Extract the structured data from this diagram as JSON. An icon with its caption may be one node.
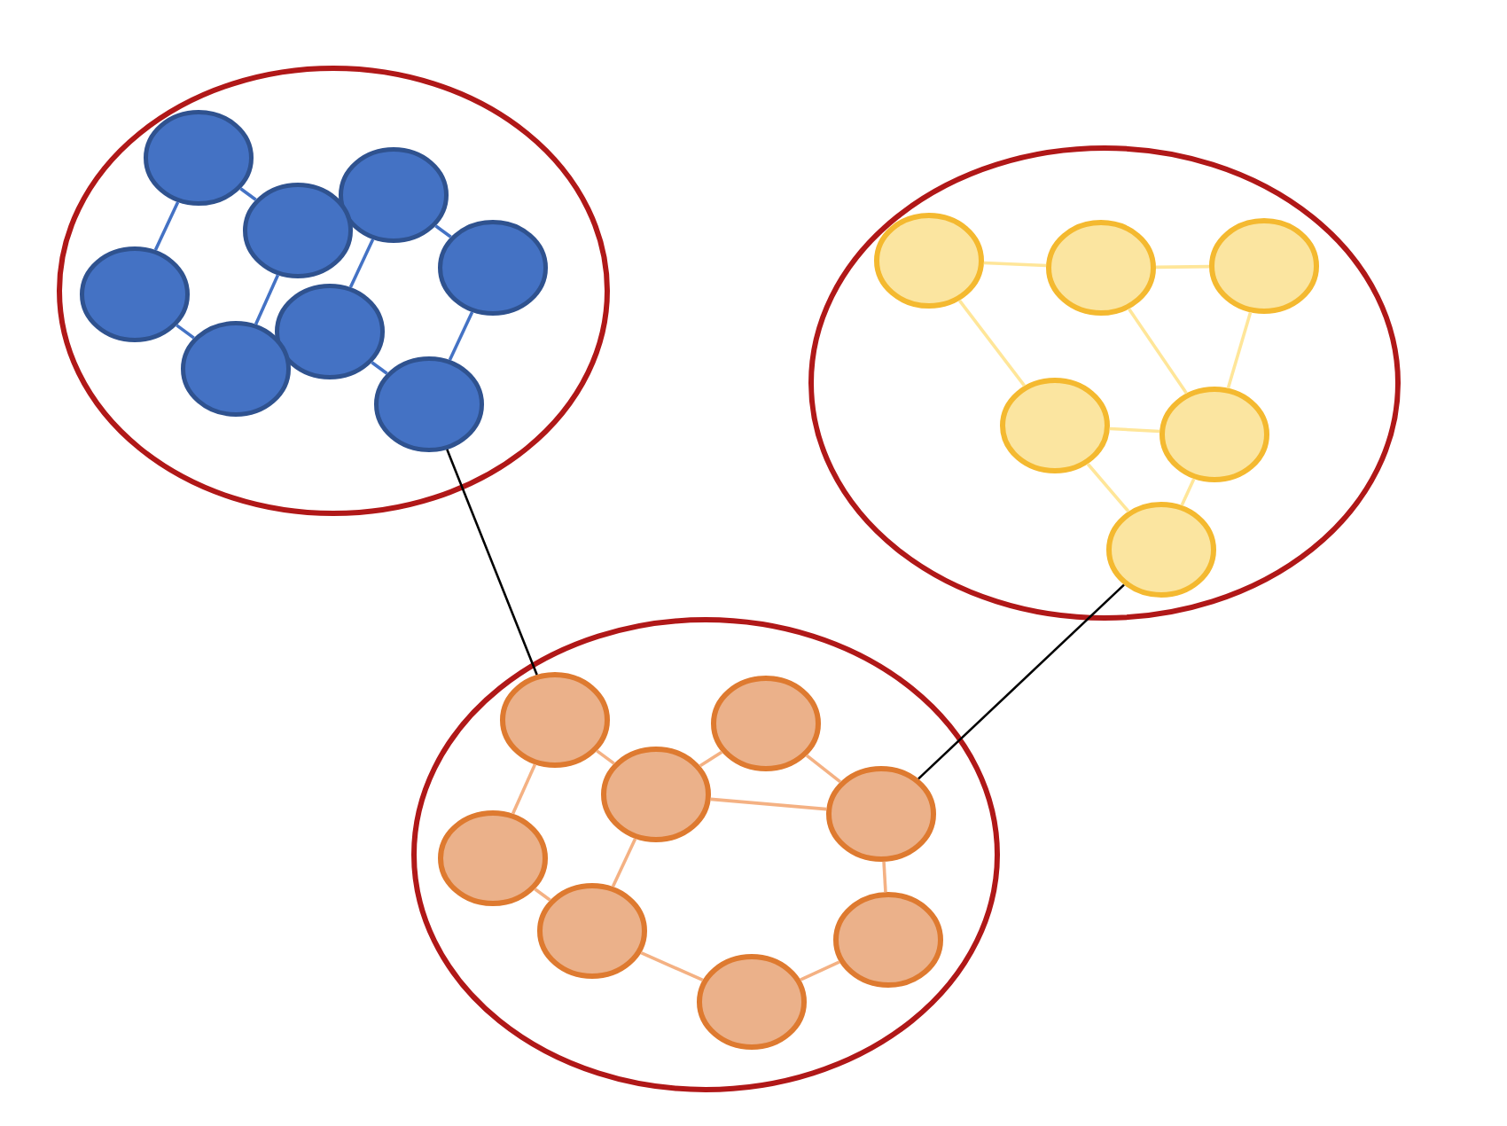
{
  "diagram": {
    "nodes": [
      {
        "text": [],
        "shape": "circle"
      },
      {
        "text": [],
        "shape": "circle",
        "in": 0
      },
      {
        "text": [],
        "shape": "circle",
        "in": 0
      },
      {
        "text": [],
        "shape": "circle",
        "in": 0
      },
      {
        "text": [],
        "shape": "circle",
        "in": 0
      },
      {
        "text": [],
        "shape": "circle",
        "in": 0
      },
      {
        "text": [],
        "shape": "circle",
        "in": 0
      },
      {
        "text": [],
        "shape": "circle",
        "in": 0
      },
      {
        "text": [],
        "shape": "circle",
        "in": 0
      },
      {
        "text": [],
        "shape": "circle"
      },
      {
        "text": [],
        "shape": "circle",
        "in": 9
      },
      {
        "text": [],
        "shape": "circle",
        "in": 9
      },
      {
        "text": [],
        "shape": "circle",
        "in": 9
      },
      {
        "text": [],
        "shape": "circle",
        "in": 9
      },
      {
        "text": [],
        "shape": "circle",
        "in": 9
      },
      {
        "text": [],
        "shape": "circle",
        "in": 9
      },
      {
        "text": [],
        "shape": "circle"
      },
      {
        "text": [],
        "shape": "circle",
        "in": 16
      },
      {
        "text": [],
        "shape": "circle",
        "in": 16
      },
      {
        "text": [],
        "shape": "circle",
        "in": 16
      },
      {
        "text": [],
        "shape": "circle",
        "in": 16
      },
      {
        "text": [],
        "shape": "circle",
        "in": 16
      },
      {
        "text": [],
        "shape": "circle",
        "in": 16
      },
      {
        "text": [],
        "shape": "circle",
        "in": 16
      },
      {
        "text": [],
        "shape": "circle",
        "in": 16
      }
    ],
    "edges": [
      {
        "from": 1,
        "to": 5,
        "arrow": "none",
        "color": "#4472c4"
      },
      {
        "from": 1,
        "to": 3,
        "arrow": "none",
        "color": "#4472c4"
      },
      {
        "from": 3,
        "to": 7,
        "arrow": "none",
        "color": "#4472c4"
      },
      {
        "from": 2,
        "to": 6,
        "arrow": "none",
        "color": "#4472c4"
      },
      {
        "from": 2,
        "to": 4,
        "arrow": "none",
        "color": "#4472c4"
      },
      {
        "from": 4,
        "to": 8,
        "arrow": "none",
        "color": "#4472c4"
      },
      {
        "from": 5,
        "to": 7,
        "arrow": "none",
        "color": "#4472c4"
      },
      {
        "from": 6,
        "to": 8,
        "arrow": "none",
        "color": "#4472c4"
      },
      {
        "from": 10,
        "to": 11,
        "arrow": "none",
        "color": "#ffe699"
      },
      {
        "from": 11,
        "to": 12,
        "arrow": "none",
        "color": "#ffe699"
      },
      {
        "from": 10,
        "to": 13,
        "arrow": "none",
        "color": "#ffe699"
      },
      {
        "from": 11,
        "to": 14,
        "arrow": "none",
        "color": "#ffe699"
      },
      {
        "from": 12,
        "to": 14,
        "arrow": "none",
        "color": "#ffe699"
      },
      {
        "from": 13,
        "to": 14,
        "arrow": "none",
        "color": "#ffe699"
      },
      {
        "from": 13,
        "to": 15,
        "arrow": "none",
        "color": "#ffe699"
      },
      {
        "from": 14,
        "to": 15,
        "arrow": "none",
        "color": "#ffe699"
      },
      {
        "from": 17,
        "to": 19,
        "arrow": "none",
        "color": "#f4b183"
      },
      {
        "from": 17,
        "to": 21,
        "arrow": "none",
        "color": "#f4b183"
      },
      {
        "from": 19,
        "to": 18,
        "arrow": "none",
        "color": "#f4b183"
      },
      {
        "from": 18,
        "to": 20,
        "arrow": "none",
        "color": "#f4b183"
      },
      {
        "from": 19,
        "to": 20,
        "arrow": "none",
        "color": "#f4b183"
      },
      {
        "from": 19,
        "to": 22,
        "arrow": "none",
        "color": "#f4b183"
      },
      {
        "from": 21,
        "to": 22,
        "arrow": "none",
        "color": "#f4b183"
      },
      {
        "from": 20,
        "to": 23,
        "arrow": "none",
        "color": "#f4b183"
      },
      {
        "from": 22,
        "to": 24,
        "arrow": "none",
        "color": "#f4b183"
      },
      {
        "from": 23,
        "to": 24,
        "arrow": "none",
        "color": "#f4b183"
      },
      {
        "from": 8,
        "to": 17,
        "arrow": "none",
        "color": "#000000"
      },
      {
        "from": 15,
        "to": 20,
        "arrow": "none",
        "color": "#000000"
      }
    ]
  }
}
